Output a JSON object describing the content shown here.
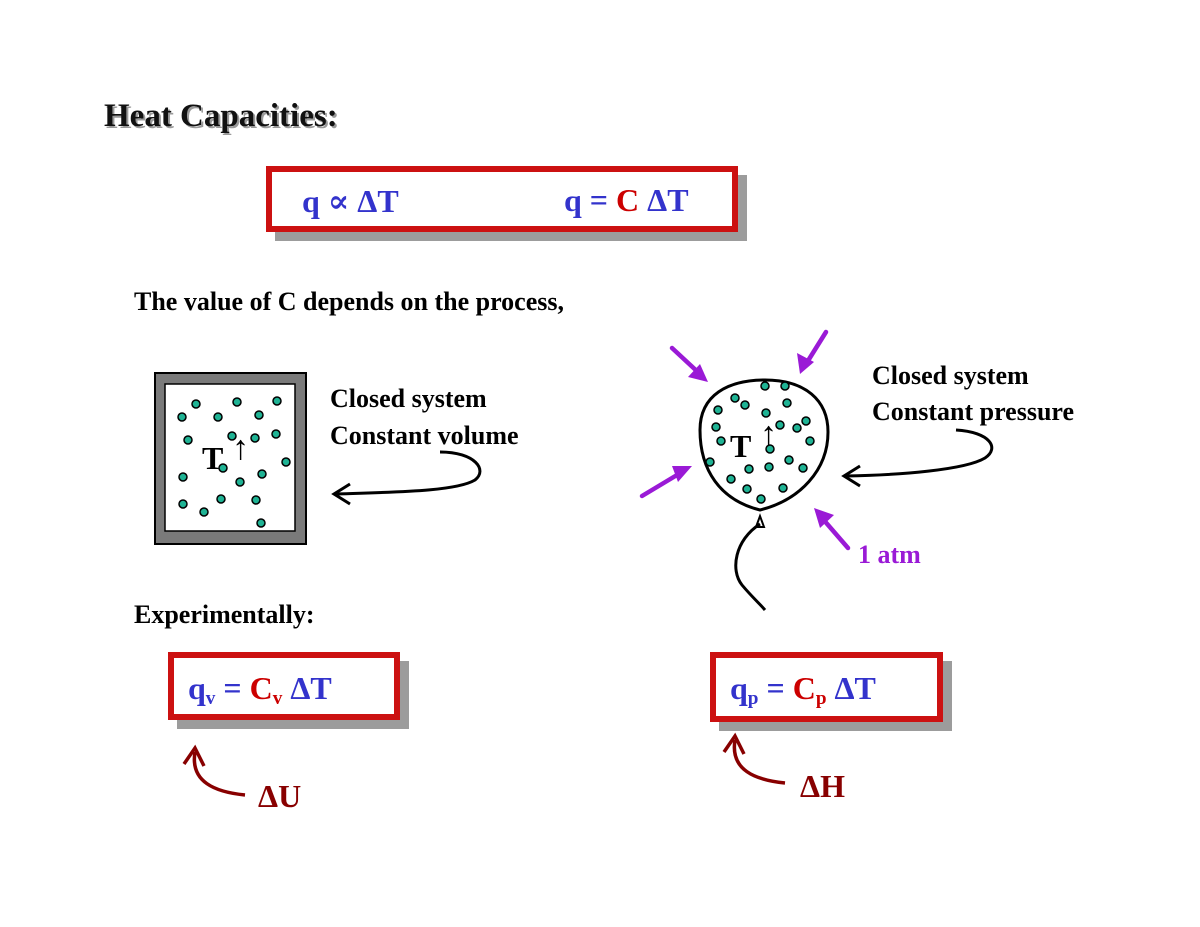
{
  "slide": {
    "title": "Heat Capacities:",
    "top_equations": {
      "proportional": "q ∝ ΔT",
      "definition": {
        "left": "q =",
        "c": "C",
        "rest": "ΔT"
      }
    },
    "intro_text": "The value of C depends on the process,",
    "constant_volume": {
      "line1": "Closed system",
      "line2": "Constant volume",
      "temperature_label": "T",
      "arrow_glyph": "↑"
    },
    "constant_pressure": {
      "line1": "Closed system",
      "line2": "Constant pressure",
      "temperature_label": "T",
      "arrow_glyph": "↑",
      "pressure_label": "1 atm"
    },
    "experimentally_label": "Experimentally:",
    "eq_volume": {
      "q": "q",
      "q_sub": "v",
      "eq": "=",
      "c": "C",
      "c_sub": "v",
      "rest": "ΔT"
    },
    "eq_pressure": {
      "q": "q",
      "q_sub": "p",
      "eq": "=",
      "c": "C",
      "c_sub": "p",
      "rest": "ΔT"
    },
    "delta_u": "ΔU",
    "delta_h": "ΔH",
    "colors": {
      "blue": "#3333cc",
      "red": "#cc0000",
      "maroon": "#880000",
      "purple": "#9a1ad6",
      "dot_teal": "#1fb394"
    }
  }
}
